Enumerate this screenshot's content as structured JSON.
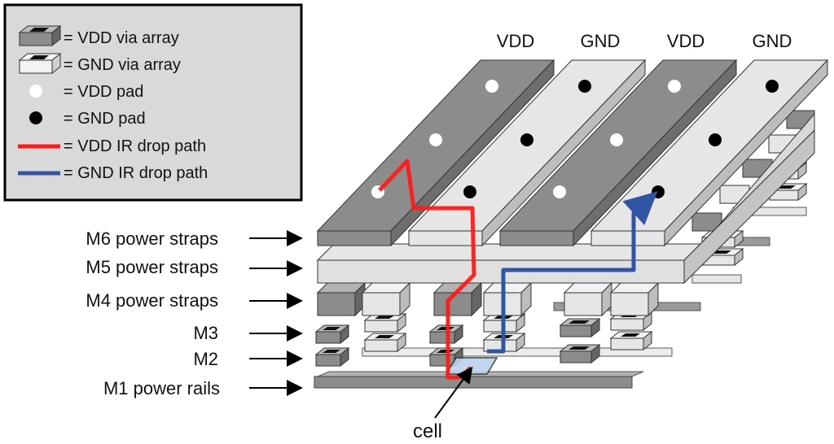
{
  "legend": {
    "items": [
      {
        "label": "= VDD via array",
        "icon": "dark-via-block-icon"
      },
      {
        "label": "= GND via array",
        "icon": "light-via-block-icon"
      },
      {
        "label": "= VDD pad",
        "icon": "white-dot-icon"
      },
      {
        "label": "= GND pad",
        "icon": "black-dot-icon"
      },
      {
        "label": "= VDD IR drop path",
        "icon": "red-line-icon"
      },
      {
        "label": "= GND IR drop path",
        "icon": "blue-line-icon"
      }
    ]
  },
  "columns": [
    "VDD",
    "GND",
    "VDD",
    "GND"
  ],
  "layers": [
    "M6 power straps",
    "M5 power straps",
    "M4 power straps",
    "M3",
    "M2",
    "M1 power rails"
  ],
  "cell_label": "cell",
  "colors": {
    "vdd_dark": "#8c8c8c",
    "gnd_light": "#e6e6e6",
    "vdd_path": "#ff1a1a",
    "gnd_path": "#2f55a4",
    "legend_bg": "#d9d9d9"
  }
}
